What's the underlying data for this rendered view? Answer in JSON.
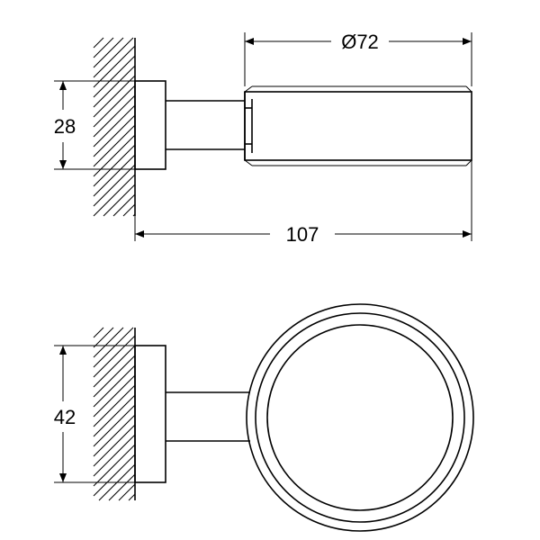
{
  "dimensions": {
    "diameter_label": "Ø72",
    "height_top_label": "28",
    "projection_label": "107",
    "height_bottom_label": "42"
  },
  "colors": {
    "line": "#000000",
    "background": "#ffffff"
  }
}
